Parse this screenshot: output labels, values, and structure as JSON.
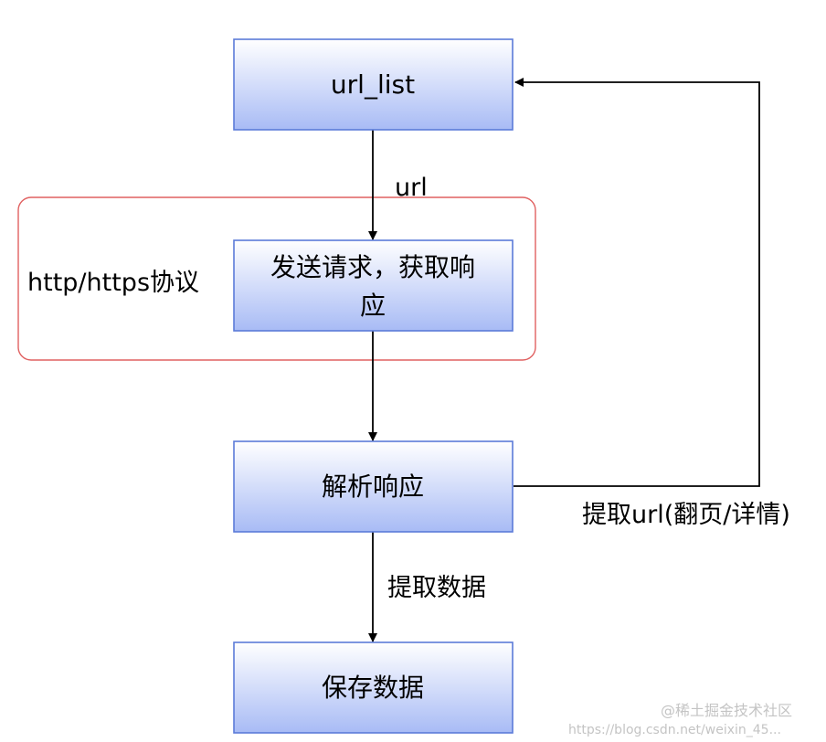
{
  "nodes": {
    "url_list": "url_list",
    "request": [
      "发送请求，获取响",
      "应"
    ],
    "parse": "解析响应",
    "save": "保存数据"
  },
  "group": {
    "label": "http/https协议"
  },
  "edges": {
    "list_to_request": "url",
    "parse_to_save": "提取数据",
    "parse_to_list": "提取url(翻页/详情)"
  },
  "watermark": {
    "text": "@稀土掘金技术社区",
    "url": "https://blog.csdn.net/weixin_45..."
  },
  "colors": {
    "node_fill_top": "#ffffff",
    "node_fill_bottom": "#a8bbf5",
    "node_border": "#5b7bd9",
    "group_border": "#e06060",
    "arrow": "#000000"
  }
}
